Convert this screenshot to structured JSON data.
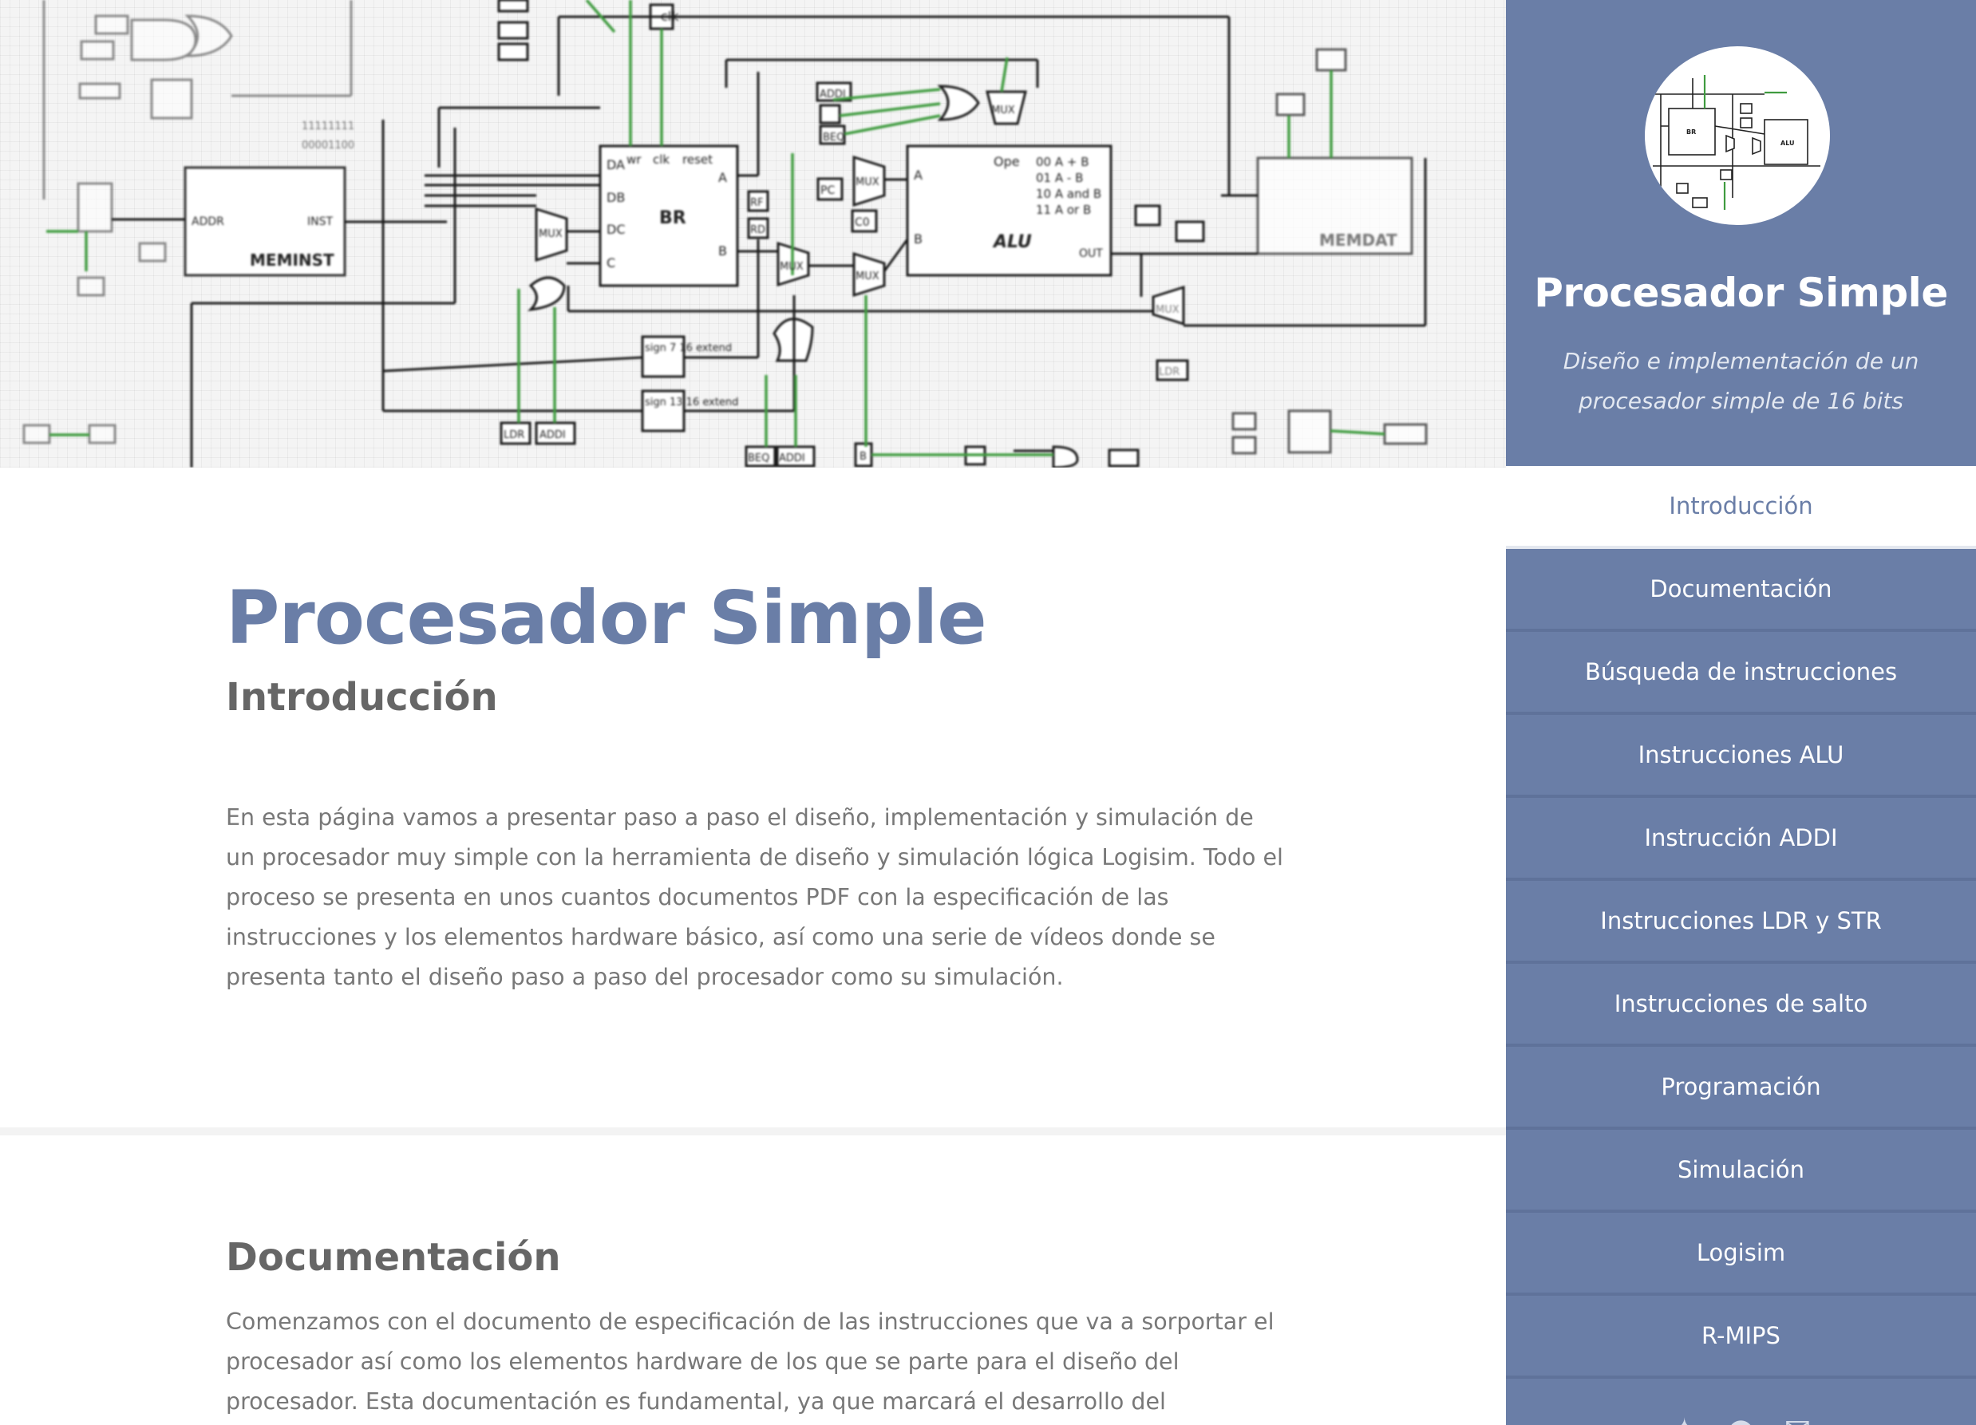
{
  "banner": {
    "schematic_labels": {
      "clk": "clk",
      "br": "BR",
      "alu": "ALU",
      "meminst": "MEMINST",
      "memdat": "MEMDAT",
      "mux": "MUX",
      "da": "DA",
      "db": "DB",
      "dc": "DC",
      "c": "C",
      "a": "A",
      "b": "B",
      "wr": "wr",
      "clk_pin": "clk",
      "reset": "reset",
      "rf": "RF",
      "rd": "RD",
      "pc": "PC",
      "c0": "C0",
      "addi": "ADDI",
      "beq": "BEQ",
      "ldr": "LDR",
      "ope": "Ope",
      "op00": "00 A + B",
      "op01": "01 A - B",
      "op10": "10 A and B",
      "op11": "11 A or B",
      "out": "OUT",
      "addr": "ADDR",
      "inst": "INST",
      "sign7": "sign 7 16 extend",
      "sign13": "sign 13 16 extend",
      "bits1": "11111111",
      "bits2": "00001100"
    }
  },
  "sidebar": {
    "title": "Procesador Simple",
    "subtitle": "Diseño e implementación de un procesador simple de 16 bits",
    "nav": [
      "Introducción",
      "Documentación",
      "Búsqueda de instrucciones",
      "Instrucciones ALU",
      "Instrucción ADDI",
      "Instrucciones LDR y STR",
      "Instrucciones de salto",
      "Programación",
      "Simulación",
      "Logisim",
      "R-MIPS"
    ],
    "social_icons": [
      "twitter-icon",
      "github-icon",
      "email-icon"
    ]
  },
  "main": {
    "page_title": "Procesador Simple",
    "intro": {
      "heading": "Introducción",
      "paragraph": "En esta página vamos a presentar paso a paso el diseño, implementación y simulación de un procesador muy simple con la herramienta de diseño y simulación lógica Logisim. Todo el proceso se presenta en unos cuantos documentos PDF con la especificación de las instrucciones y los elementos hardware básico, así como una serie de vídeos donde se presenta tanto el diseño paso a paso del procesador como su simulación."
    },
    "documentation": {
      "heading": "Documentación",
      "paragraph": "Comenzamos con el documento de especificación de las instrucciones que va a sorportar el procesador así como los elementos hardware de los que se parte para el diseño del procesador. Esta documentación es fundamental, ya que marcará el desarrollo del procesador mostrado en los vídeos."
    }
  },
  "colors": {
    "accent": "#6a7ea7",
    "text": "#787878",
    "heading": "#666666",
    "wire_green": "#3f9b3f"
  }
}
